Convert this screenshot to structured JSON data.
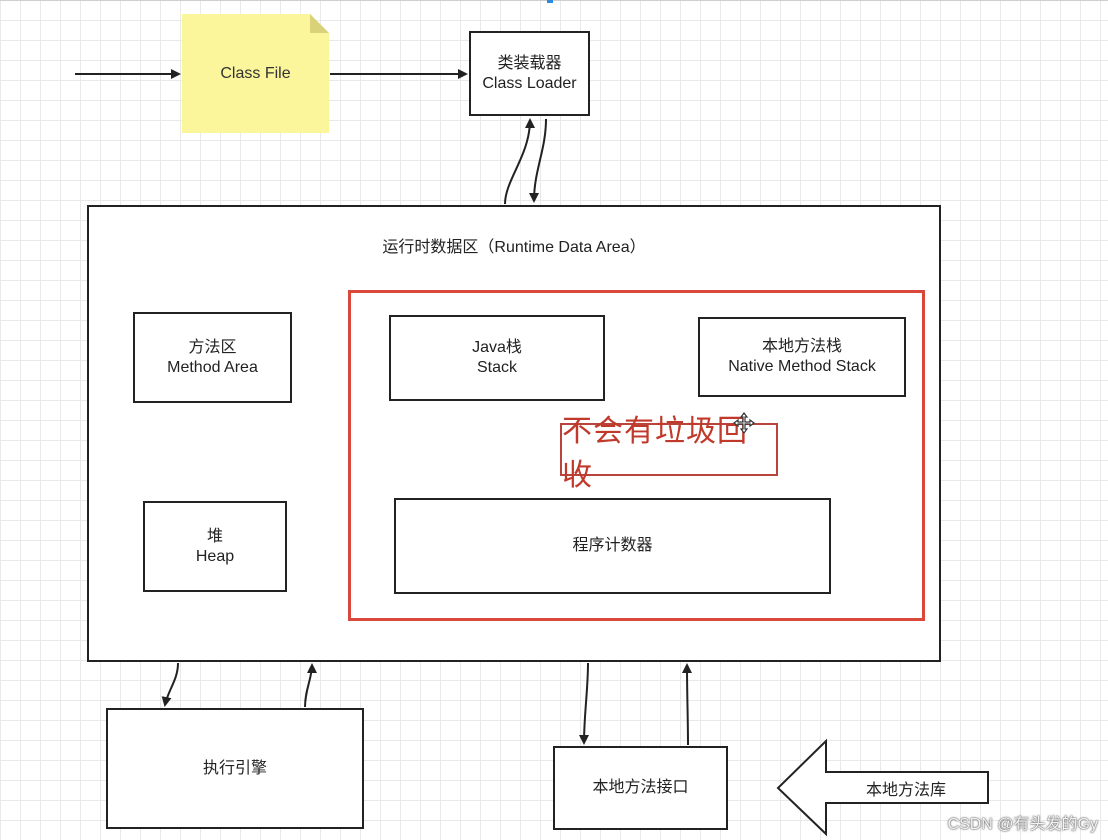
{
  "nodes": {
    "class_file": "Class File",
    "class_loader": {
      "zh": "类装载器",
      "en": "Class Loader"
    },
    "runtime_area_title": "运行时数据区（Runtime Data Area）",
    "method_area": {
      "zh": "方法区",
      "en": "Method Area"
    },
    "heap": {
      "zh": "堆",
      "en": "Heap"
    },
    "java_stack": {
      "zh": "Java栈",
      "en": "Stack"
    },
    "native_stack": {
      "zh": "本地方法栈",
      "en": "Native Method Stack"
    },
    "pc_register": "程序计数器",
    "execution_engine": "执行引擎",
    "native_interface": "本地方法接口",
    "native_library": "本地方法库"
  },
  "callout": "不会有垃圾回收",
  "watermark": "CSDN @有头发的Gy",
  "colors": {
    "note_yellow": "#fbf59b",
    "note_fold": "#d9d27a",
    "highlight_red": "#d9483b",
    "stroke": "#222222"
  },
  "icons": {
    "cursor": "move-cursor-icon"
  }
}
